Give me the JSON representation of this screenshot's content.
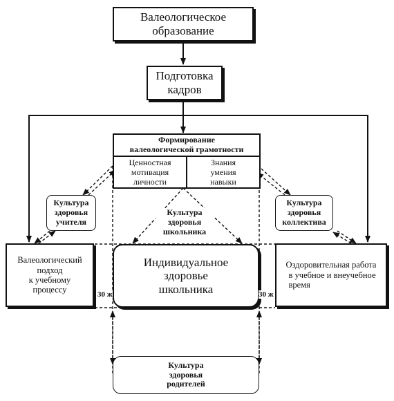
{
  "nodes": {
    "valeo_education": {
      "line1": "Валеологическое",
      "line2": "образование"
    },
    "training": {
      "line1": "Подготовка",
      "line2": "кадров"
    },
    "formation": {
      "title1": "Формирование",
      "title2": "валеологической грамотности",
      "left1": "Ценностная",
      "left2": "мотивация",
      "left3": "личности",
      "right1": "Знания",
      "right2": "умения",
      "right3": "навыки"
    },
    "teacher_culture": {
      "line1": "Культура",
      "line2": "здоровья",
      "line3": "учителя"
    },
    "team_culture": {
      "line1": "Культура",
      "line2": "здоровья",
      "line3": "коллектива"
    },
    "pupil_culture": {
      "line1": "Культура",
      "line2": "здоровья",
      "line3": "школьника"
    },
    "valeo_approach": {
      "line1": "Валеологический",
      "line2": "подход",
      "line3": "к учебному",
      "line4": "процессу"
    },
    "individual_health": {
      "line1": "Индивидуальное",
      "line2": "здоровье",
      "line3": "школьника"
    },
    "health_work": {
      "line1": "Оздоровительная работа",
      "line2": "в учебное и внеучебное",
      "line3": "время"
    },
    "parents_culture": {
      "line1": "Культура",
      "line2": "здоровья",
      "line3": "родителей"
    }
  },
  "labels": {
    "left_30": "30 ж",
    "right_30": "30 ж"
  }
}
